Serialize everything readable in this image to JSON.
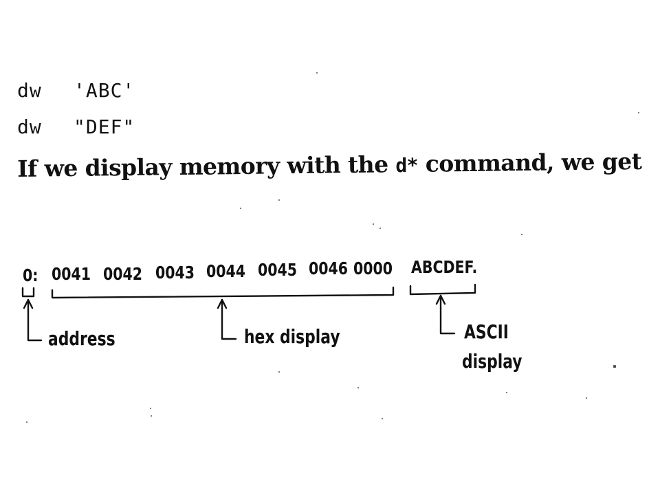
{
  "code": [
    {
      "keyword": "dw",
      "value": "'ABC'"
    },
    {
      "keyword": "dw",
      "value": "\"DEF\""
    }
  ],
  "sentence": {
    "before": "If we display memory with the ",
    "command": "d*",
    "after": " command, we get"
  },
  "dump": {
    "address": "0:",
    "hex": [
      "0041",
      "0042",
      "0043",
      "0044",
      "0045",
      "0046",
      "0000"
    ],
    "ascii": "ABCDEF."
  },
  "labels": {
    "address": "address",
    "hex": "hex display",
    "ascii_line1": "ASCII",
    "ascii_line2": "display"
  }
}
